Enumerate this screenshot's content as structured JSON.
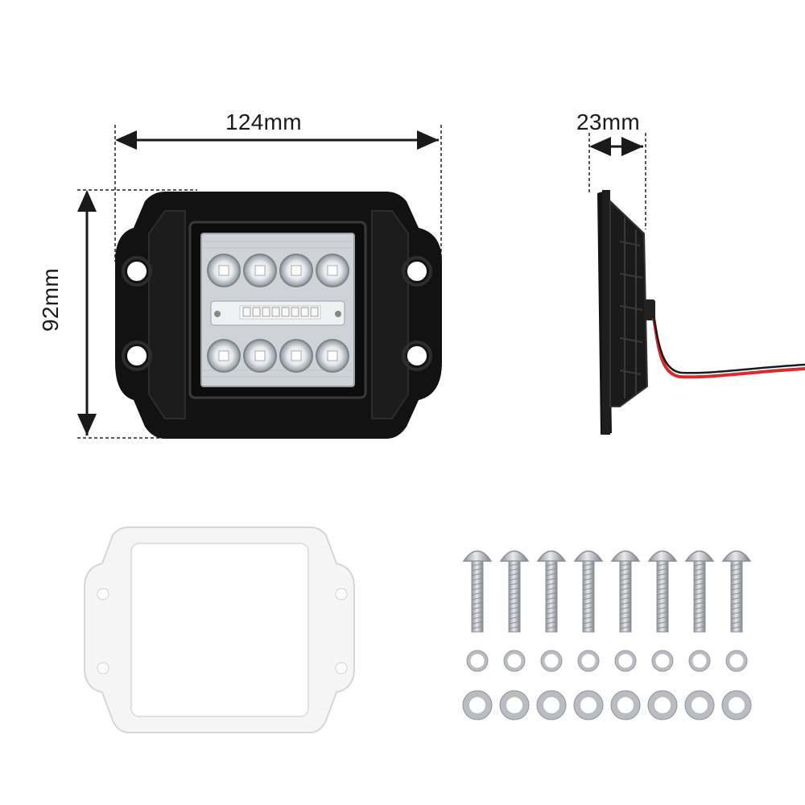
{
  "dimensions": {
    "width_label": "124mm",
    "height_label": "92mm",
    "depth_label": "23mm"
  },
  "colors": {
    "housing": "#111111",
    "lens_frame": "#1e1e1e",
    "reflector": "#d9dde2",
    "gasket": "#f4f4f4",
    "wire_red": "#d92b2b",
    "wire_black": "#1a1a1a",
    "hardware": "#b9bcc0"
  },
  "items": {
    "screw_count": 8,
    "spring_washer_count": 8,
    "flat_washer_count": 8
  }
}
